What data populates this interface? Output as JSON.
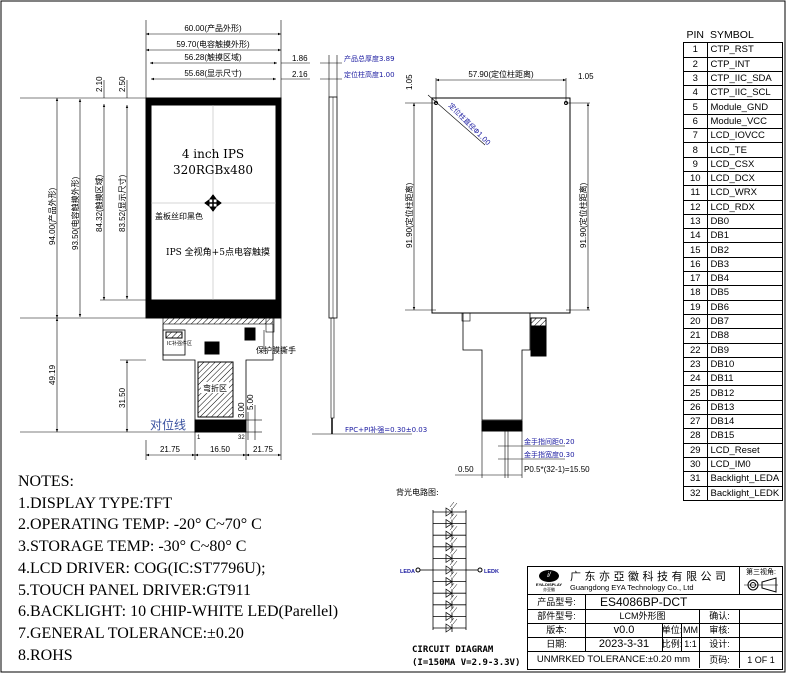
{
  "front_view": {
    "dim_width_product": "60.00(产品外形)",
    "dim_width_touch": "59.70(电容触摸外形)",
    "dim_width_touch_area": "56.28(触摸区域)",
    "dim_width_display": "55.68(显示尺寸)",
    "dim_right_1": "1.86",
    "dim_right_2": "2.16",
    "dim_top_1": "2.10",
    "dim_top_2": "2.50",
    "dim_height_product": "94.00(产品外形)",
    "dim_height_touch": "93.50(电容触摸外形)",
    "dim_height_touch_area": "84.32(触摸区域)",
    "dim_height_display": "83.52(显示尺寸)",
    "dim_fpc_length": "49.19",
    "dim_fpc_tail": "31.50",
    "dim_bottom_left": "21.75",
    "dim_bottom_mid": "16.50",
    "dim_bottom_right": "21.75",
    "dim_contact_1": "3.00",
    "dim_contact_2": "5.00",
    "label_size": "4 inch IPS",
    "label_resolution": "320RGBx480",
    "label_cover_print": "盖板丝印黑色",
    "label_touch": "IPS 全视角+5点电容触摸",
    "label_stiffener": "IC补强件区",
    "label_protect_tab": "保护膜撕手",
    "label_bend_area": "弯折区",
    "label_alignment": "对位线",
    "pin_first": "1",
    "pin_last": "32"
  },
  "side_view": {
    "total_thickness": "产品总厚度3.89",
    "post_height": "定位柱高度1.00",
    "fpc_thickness": "FPC+PI补强=0.30±0.03"
  },
  "rear_view": {
    "post_distance_w": "57.90(定位柱距离)",
    "offset_left": "1.05",
    "offset_right": "1.05",
    "post_diameter": "定位柱直径Φ1.00",
    "post_distance_h_left": "91.90(定位柱距离)",
    "post_distance_h_right": "91.90(定位柱距离)",
    "finger_gap": "金手指间距0.20",
    "finger_width": "金手指宽度0.30",
    "pitch": "P0.5*(32-1)=15.50",
    "edge": "0.50"
  },
  "pin_table": {
    "header_pin": "PIN",
    "header_symbol": "SYMBOL",
    "rows": [
      [
        "1",
        "CTP_RST"
      ],
      [
        "2",
        "CTP_INT"
      ],
      [
        "3",
        "CTP_IIC_SDA"
      ],
      [
        "4",
        "CTP_IIC_SCL"
      ],
      [
        "5",
        "Module_GND"
      ],
      [
        "6",
        "Module_VCC"
      ],
      [
        "7",
        "LCD_IOVCC"
      ],
      [
        "8",
        "LCD_TE"
      ],
      [
        "9",
        "LCD_CSX"
      ],
      [
        "10",
        "LCD_DCX"
      ],
      [
        "11",
        "LCD_WRX"
      ],
      [
        "12",
        "LCD_RDX"
      ],
      [
        "13",
        "DB0"
      ],
      [
        "14",
        "DB1"
      ],
      [
        "15",
        "DB2"
      ],
      [
        "16",
        "DB3"
      ],
      [
        "17",
        "DB4"
      ],
      [
        "18",
        "DB5"
      ],
      [
        "19",
        "DB6"
      ],
      [
        "20",
        "DB7"
      ],
      [
        "21",
        "DB8"
      ],
      [
        "22",
        "DB9"
      ],
      [
        "23",
        "DB10"
      ],
      [
        "24",
        "DB11"
      ],
      [
        "25",
        "DB12"
      ],
      [
        "26",
        "DB13"
      ],
      [
        "27",
        "DB14"
      ],
      [
        "28",
        "DB15"
      ],
      [
        "29",
        "LCD_Reset"
      ],
      [
        "30",
        "LCD_IM0"
      ],
      [
        "31",
        "Backlight_LEDA"
      ],
      [
        "32",
        "Backlight_LEDK"
      ]
    ]
  },
  "notes": {
    "title": "NOTES:",
    "items": [
      "1.DISPLAY TYPE:TFT",
      "2.OPERATING TEMP: -20° C~70° C",
      "3.STORAGE TEMP: -30° C~80° C",
      "4.LCD DRIVER: COG(IC:ST7796U);",
      "5.TOUCH PANEL DRIVER:GT911",
      "6.BACKLIGHT: 10 CHIP-WHITE LED(Parellel)",
      "7.GENERAL TOLERANCE:±0.20",
      "8.ROHS"
    ]
  },
  "circuit": {
    "title_cn": "背光电路图:",
    "anode": "LEDA",
    "cathode": "LEDK",
    "title": "CIRCUIT DIAGRAM",
    "spec": "(I=150MA V=2.9-3.3V)",
    "led_count": 11
  },
  "title_block": {
    "logo_text": "EYA-DISPLAY",
    "logo_sub": "亦亚徽",
    "company_cn": "广 东 亦 亞 徽 科 技 有 限 公 司",
    "company_en": "Guangdong EYA Technology Co., Ltd",
    "projection_label": "第三视角:",
    "model_label": "产品型号:",
    "model_value": "ES4086BP-DCT",
    "part_label": "部件型号:",
    "part_value": "LCM外形图",
    "confirm_label": "确认:",
    "version_label": "版本:",
    "version_value": "v0.0",
    "unit_label": "单位:",
    "unit_value": "MM",
    "review_label": "审核:",
    "date_label": "日期:",
    "date_value": "2023-3-31",
    "scale_label": "比例:",
    "scale_value": "1:1",
    "design_label": "设计:",
    "tolerance": "UNMRKED TOLERANCE:±0.20 mm",
    "page_label": "页码:",
    "page_value": "1 OF 1"
  }
}
